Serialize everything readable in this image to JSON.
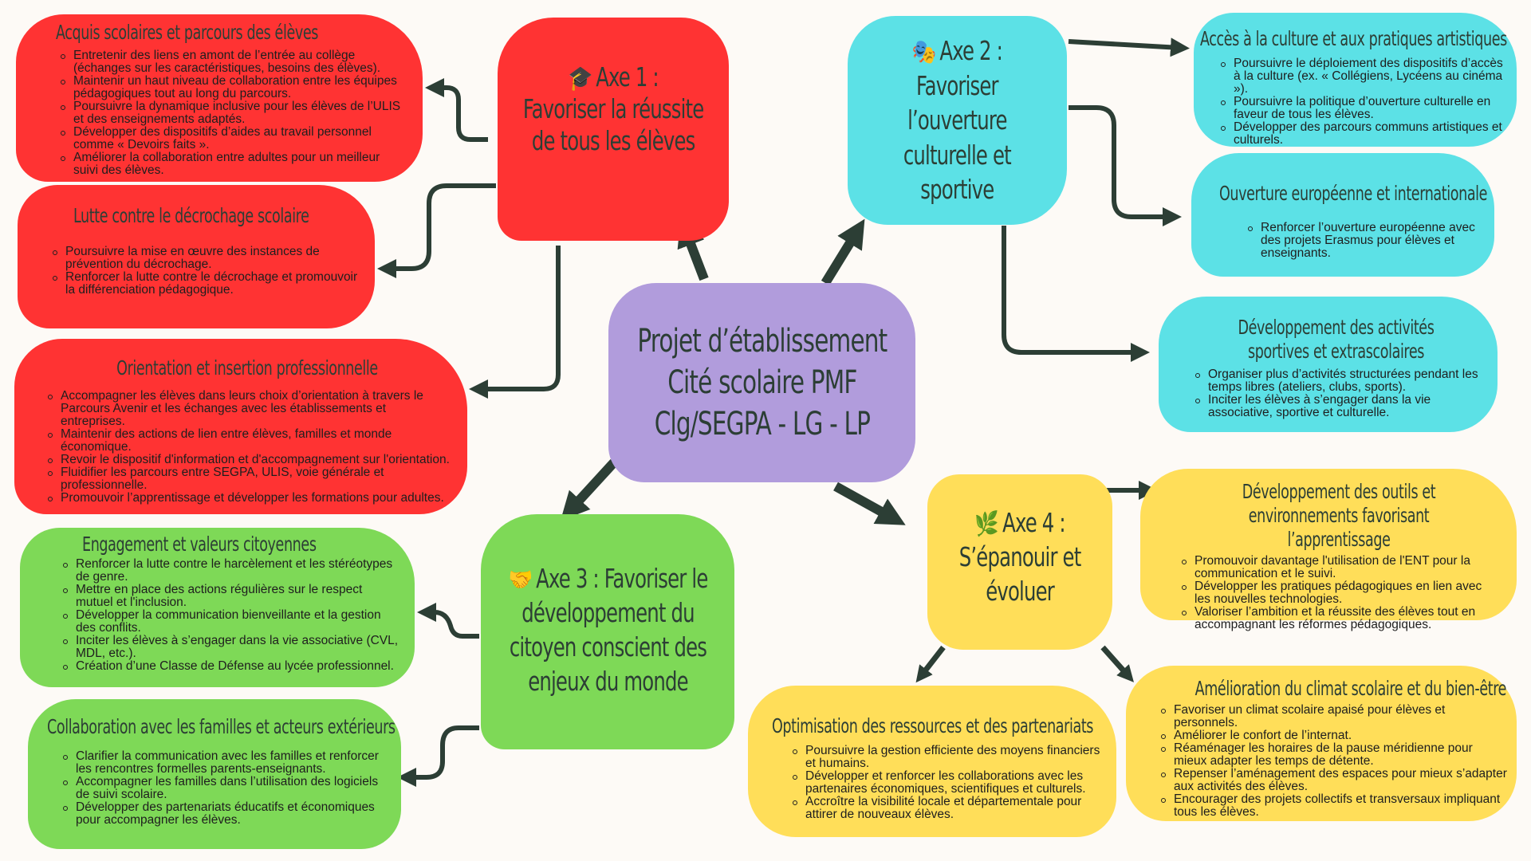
{
  "center": {
    "lines": [
      "Projet d’établissement",
      "Cité scolaire PMF",
      "Clg/SEGPA - LG - LP"
    ]
  },
  "colors": {
    "axe1": "#ff3333",
    "axe2": "#5ce1e6",
    "axe3": "#7ed957",
    "axe4": "#ffde59",
    "center": "#b19cdc",
    "connector": "#2c3e35",
    "background": "#fdfaf6"
  },
  "axes": [
    {
      "icon": "graduation-cap-icon",
      "emoji": "🎓",
      "lines": [
        "Axe 1 :",
        "Favoriser la réussite",
        "de tous les élèves"
      ]
    },
    {
      "icon": "theater-masks-icon",
      "emoji": "🎭",
      "lines": [
        "Axe 2 :",
        "Favoriser",
        "l’ouverture",
        "culturelle et",
        "sportive"
      ]
    },
    {
      "icon": "handshake-icon",
      "emoji": "🤝",
      "lines": [
        "Axe 3 : Favoriser le",
        "développement du",
        "citoyen conscient des",
        "enjeux du monde"
      ]
    },
    {
      "icon": "branch-icon",
      "emoji": "🌿",
      "lines": [
        "Axe 4 :",
        "S’épanouir et",
        "évoluer"
      ]
    }
  ],
  "nodes": {
    "acquis": {
      "title": "Acquis scolaires et parcours des élèves",
      "items": [
        "Entretenir des liens en amont de l’entrée au collège (échanges sur les caractéristiques, besoins des élèves).",
        "Maintenir un haut niveau de collaboration entre les équipes pédagogiques tout au long du parcours.",
        "Poursuivre la dynamique inclusive pour les élèves de l’ULIS et des enseignements adaptés.",
        "Développer des dispositifs d’aides au travail personnel comme « Devoirs faits ».",
        "Améliorer la collaboration entre adultes pour un meilleur suivi des élèves."
      ]
    },
    "decrochage": {
      "title": "Lutte contre le décrochage scolaire",
      "items": [
        "Poursuivre la mise en œuvre des instances de prévention du décrochage.",
        "Renforcer la lutte contre le décrochage et promouvoir la différenciation pédagogique."
      ]
    },
    "orientation": {
      "title": "Orientation et insertion professionnelle",
      "items": [
        "Accompagner les élèves dans leurs choix d’orientation à travers le Parcours Avenir et les échanges avec les établissements et entreprises.",
        "Maintenir des actions de lien entre élèves, familles et monde économique.",
        "Revoir le dispositif d'information et d'accompagnement sur l'orientation.",
        "Fluidifier les parcours entre SEGPA, ULIS, voie générale et professionnelle.",
        "Promouvoir l’apprentissage et développer les formations pour adultes."
      ]
    },
    "engagement": {
      "title": "Engagement et valeurs citoyennes",
      "items": [
        "Renforcer la lutte contre le harcèlement et les stéréotypes de genre.",
        "Mettre en place des actions régulières sur le respect mutuel et l'inclusion.",
        "Développer la communication bienveillante et la gestion des conflits.",
        "Inciter les élèves à s’engager dans la vie associative (CVL, MDL, etc.).",
        "Création d’une Classe de Défense au lycée professionnel."
      ]
    },
    "familles": {
      "title": "Collaboration avec les familles et acteurs extérieurs",
      "items": [
        "Clarifier la communication avec les familles et renforcer les rencontres formelles parents-enseignants.",
        "Accompagner les familles dans l’utilisation des logiciels de suivi scolaire.",
        "Développer des partenariats éducatifs et économiques pour accompagner les élèves."
      ]
    },
    "culture": {
      "title": "Accès à la culture et aux pratiques artistiques",
      "items": [
        "Poursuivre le déploiement des dispositifs d’accès à la culture (ex. « Collégiens, Lycéens au cinéma »).",
        "Poursuivre la politique d’ouverture culturelle en faveur de tous les élèves.",
        "Développer des parcours communs artistiques et culturels."
      ]
    },
    "europe": {
      "title": "Ouverture européenne et internationale",
      "items": [
        "Renforcer l’ouverture européenne avec des projets Erasmus pour élèves et enseignants."
      ]
    },
    "sport": {
      "title": "Développement des activités sportives et extrascolaires",
      "items": [
        "Organiser plus d’activités structurées pendant les temps libres (ateliers, clubs, sports).",
        "Inciter les élèves à s’engager dans la vie associative, sportive et culturelle."
      ]
    },
    "outils": {
      "title": "Développement des outils et environnements favorisant l’apprentissage",
      "items": [
        "Promouvoir davantage l'utilisation de l'ENT pour la communication et le suivi.",
        "Développer les pratiques pédagogiques en lien avec les nouvelles technologies.",
        "Valoriser l’ambition et la réussite des élèves tout en accompagnant les réformes pédagogiques."
      ]
    },
    "ressources": {
      "title": "Optimisation des ressources et des partenariats",
      "items": [
        "Poursuivre la gestion efficiente des moyens financiers et humains.",
        "Développer et renforcer les collaborations avec les partenaires économiques, scientifiques et culturels.",
        "Accroître la visibilité locale et départementale pour attirer de nouveaux élèves."
      ]
    },
    "climat": {
      "title": "Amélioration du climat scolaire et du bien-être",
      "items": [
        "Favoriser un climat scolaire apaisé pour élèves et personnels.",
        "Améliorer le confort de l’internat.",
        "Réaménager les horaires de la pause méridienne pour mieux adapter les temps de détente.",
        "Repenser l’aménagement des espaces pour mieux s’adapter aux activités des élèves.",
        "Encourager des projets collectifs et transversaux impliquant tous les élèves."
      ]
    }
  }
}
